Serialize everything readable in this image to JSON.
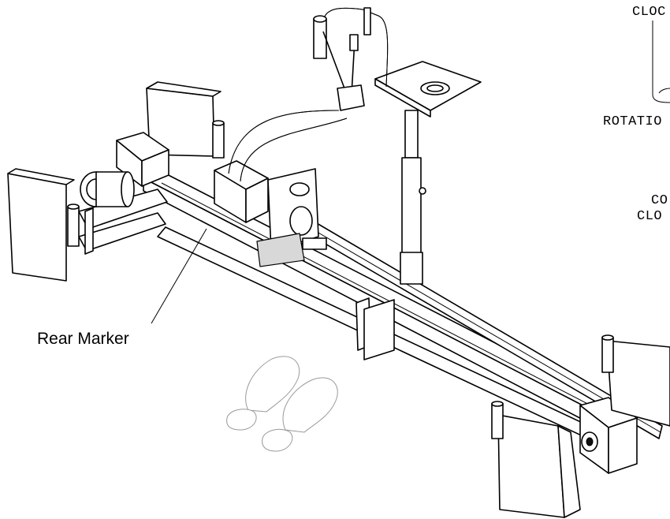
{
  "callout": {
    "label": "Rear Marker"
  },
  "clipped_labels": {
    "top_right": "CLOC",
    "rotation": "ROTATIO",
    "co": "CO",
    "clo": "CLO"
  }
}
